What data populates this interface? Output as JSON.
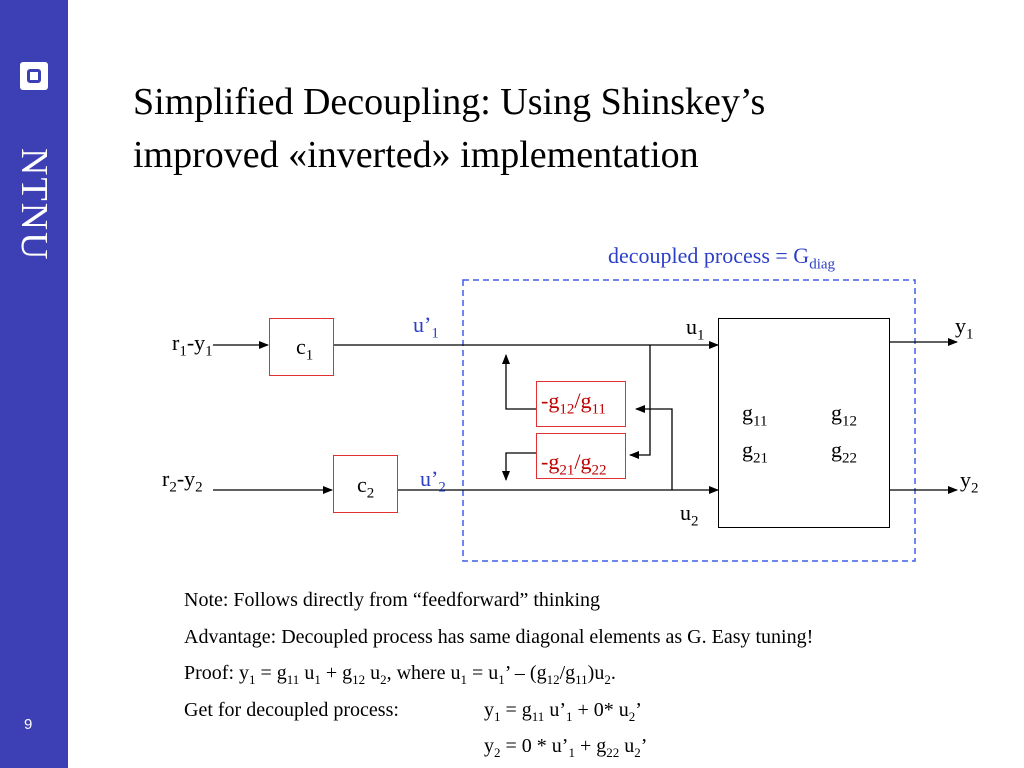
{
  "slide": {
    "title_line1": "Simplified Decoupling: Using Shinskey’s",
    "title_line2": "improved «inverted» implementation",
    "page_number": "9",
    "brand": "NTNU"
  },
  "diagram": {
    "decoupled_label": "decoupled process = G",
    "decoupled_sub": "diag",
    "r1": {
      "main": "r",
      "s1": "1",
      "mid": "-y",
      "s2": "1"
    },
    "r2": {
      "main": "r",
      "s1": "2",
      "mid": "-y",
      "s2": "2"
    },
    "c1": {
      "main": "c",
      "sub": "1"
    },
    "c2": {
      "main": "c",
      "sub": "2"
    },
    "up1": {
      "main": "u’",
      "sub": "1"
    },
    "up2": {
      "main": "u’",
      "sub": "2"
    },
    "u1": {
      "main": "u",
      "sub": "1"
    },
    "u2": {
      "main": "u",
      "sub": "2"
    },
    "y1": {
      "main": "y",
      "sub": "1"
    },
    "y2": {
      "main": "y",
      "sub": "2"
    },
    "dec12": {
      "a": "-g",
      "s1": "12",
      "b": "/g",
      "s2": "11"
    },
    "dec21": {
      "a": "-g",
      "s1": "21",
      "b": "/g",
      "s2": "22"
    },
    "g11": {
      "main": "g",
      "sub": "11"
    },
    "g12": {
      "main": "g",
      "sub": "12"
    },
    "g21": {
      "main": "g",
      "sub": "21"
    },
    "g22": {
      "main": "g",
      "sub": "22"
    }
  },
  "notes": {
    "line1": "Note: Follows directly from “feedforward” thinking",
    "line2": "Advantage: Decoupled process has same diagonal elements as G. Easy tuning!",
    "proof": {
      "p0": "Proof: y",
      "s0": "1",
      "p1": " = g",
      "s1": "11",
      "p2": " u",
      "s2": "1",
      "p3": " + g",
      "s3": "12",
      "p4": " u",
      "s4": "2",
      "p5": ", where u",
      "s5": "1",
      "p6": " = u",
      "s6": "1",
      "p7": "’ – (g",
      "s7": "12",
      "p8": "/g",
      "s8": "11",
      "p9": ")u",
      "s9": "2",
      "p10": "."
    },
    "get": {
      "p0": "Get for decoupled process:",
      "p1": "y",
      "s1": "1",
      "p2": " = g",
      "s2": "11",
      "p3": " u’",
      "s3": "1",
      "p4": " + 0* u",
      "s4": "2",
      "p5": "’"
    },
    "y2eq": {
      "p0": "y",
      "s0": "2",
      "p1": " = 0 *  u’",
      "s1": "1",
      "p2": " + g",
      "s2": "22",
      "p3": "  u",
      "s3": "2",
      "p4": "’"
    }
  }
}
